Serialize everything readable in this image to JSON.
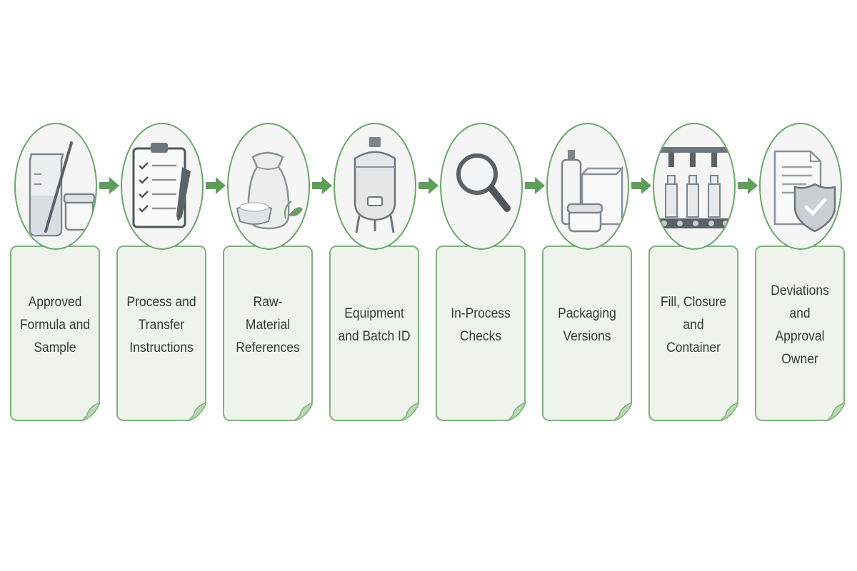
{
  "colors": {
    "oval_border": "#6aa767",
    "card_fill": "#eef4ec",
    "card_border": "#7fb27c",
    "arrow": "#5e9e5a",
    "label_text": "#2f3a33"
  },
  "steps": [
    {
      "label": "Approved Formula and Sample",
      "icon": "beaker-jar-icon"
    },
    {
      "label": "Process and Transfer Instructions",
      "icon": "clipboard-checklist-icon"
    },
    {
      "label": "Raw-Material References",
      "icon": "material-sack-icon"
    },
    {
      "label": "Equipment and Batch ID",
      "icon": "mixing-vessel-icon"
    },
    {
      "label": "In-Process Checks",
      "icon": "magnifier-icon"
    },
    {
      "label": "Packaging Versions",
      "icon": "packaging-icon"
    },
    {
      "label": "Fill, Closure and Container",
      "icon": "filling-line-icon"
    },
    {
      "label": "Deviations and Approval Owner",
      "icon": "document-shield-icon"
    }
  ]
}
